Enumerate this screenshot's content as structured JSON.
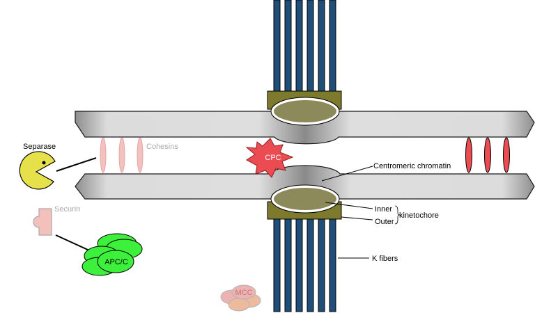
{
  "colors": {
    "chromosome_mid": "#dedede",
    "chromosome_dark": "#8a8a8a",
    "chromosome_stroke": "#1a1a1a",
    "k_fiber": "#1f4e79",
    "kinetochore_plate": "#7d7a2e",
    "inner_kinetochore": "#8c8a5a",
    "cohesin_faded": "#f4c1c1",
    "cohesin_active": "#ec4b52",
    "separase": "#e6e04a",
    "securin": "#f4c0bb",
    "apc_c": "#3cf03c",
    "mcc": "#e79a99",
    "cpc": "#ec4b52",
    "faded_label": "#aaaaaa"
  },
  "labels": {
    "separase": "Separase",
    "securin": "Securin",
    "apc_c": "APC/C",
    "mcc": "MCC",
    "cpc": "CPC",
    "cohesins": "Cohesins",
    "centromeric_chromatin": "Centromeric chromatin",
    "inner": "Inner",
    "outer": "Outer",
    "kinetochore": "kinetochore",
    "k_fibers": "K fibers"
  },
  "icons": {
    "separase": "pacman-icon",
    "securin": "puzzle-piece-icon",
    "cpc": "starburst-icon"
  }
}
